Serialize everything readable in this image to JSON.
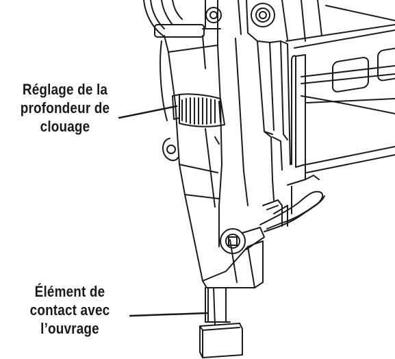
{
  "labels": {
    "depth_adjust": {
      "line1": "Réglage de la",
      "line2": "profondeur de",
      "line3": "clouage"
    },
    "contact_element": {
      "line1": "Élément de",
      "line2": "contact avec",
      "line3": "l’ouvrage"
    }
  },
  "colors": {
    "ink": "#1a1a1a",
    "background": "#ffffff"
  }
}
